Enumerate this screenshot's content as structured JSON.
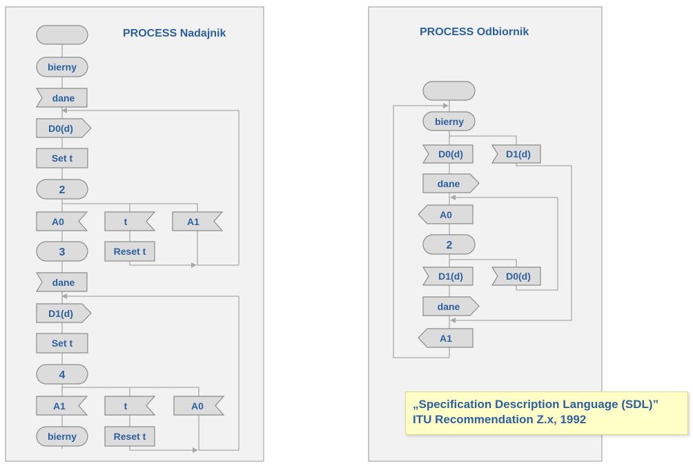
{
  "left": {
    "title": "PROCESS Nadajnik",
    "start": "",
    "state_idle": "bierny",
    "input_data_1": "dane",
    "output_d0": "D0(d)",
    "task_set_1": "Set t",
    "state_2": "2",
    "input_a0_1": "A0",
    "input_t_1": "t",
    "input_a1_1": "A1",
    "state_3": "3",
    "task_reset_1": "Reset t",
    "input_data_2": "dane",
    "output_d1": "D1(d)",
    "task_set_2": "Set t",
    "state_4": "4",
    "input_a1_2": "A1",
    "input_t_2": "t",
    "input_a0_2": "A0",
    "state_idle_end": "bierny",
    "task_reset_2": "Reset t"
  },
  "right": {
    "title": "PROCESS Odbiornik",
    "start": "",
    "state_idle": "bierny",
    "input_d0": "D0(d)",
    "input_d1": "D1(d)",
    "output_data_1": "dane",
    "output_a0": "A0",
    "state_2": "2",
    "input_d1_b": "D1(d)",
    "input_d0_b": "D0(d)",
    "output_data_2": "dane",
    "output_a1": "A1"
  },
  "note": {
    "line1": "„Specification Description Language (SDL)”",
    "line2": "ITU Recommendation Z.x, 1992"
  }
}
